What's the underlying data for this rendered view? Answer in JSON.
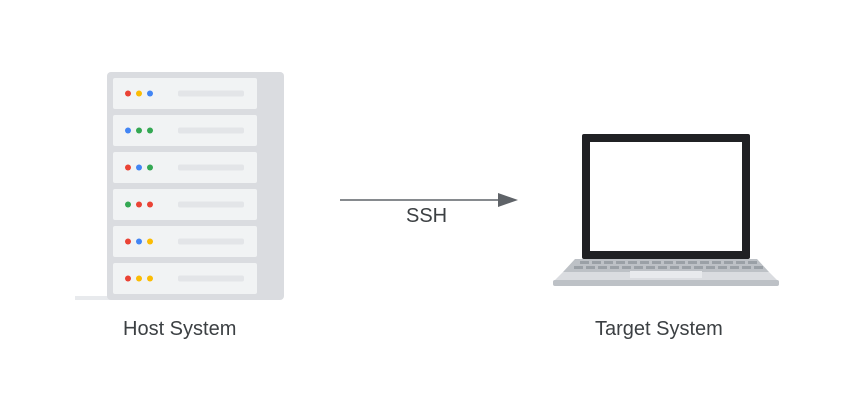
{
  "diagram": {
    "host": {
      "label": "Host System",
      "icon": "server-rack-icon",
      "units": [
        {
          "lights": [
            "#ea4335",
            "#fbbc04",
            "#4285f4"
          ]
        },
        {
          "lights": [
            "#4285f4",
            "#34a853",
            "#34a853"
          ]
        },
        {
          "lights": [
            "#ea4335",
            "#4285f4",
            "#34a853"
          ]
        },
        {
          "lights": [
            "#34a853",
            "#ea4335",
            "#ea4335"
          ]
        },
        {
          "lights": [
            "#ea4335",
            "#4285f4",
            "#fbbc04"
          ]
        },
        {
          "lights": [
            "#ea4335",
            "#fbbc04",
            "#fbbc04"
          ]
        }
      ]
    },
    "connection": {
      "label": "SSH",
      "icon": "arrow-right-icon"
    },
    "target": {
      "label": "Target System",
      "icon": "laptop-icon"
    }
  }
}
